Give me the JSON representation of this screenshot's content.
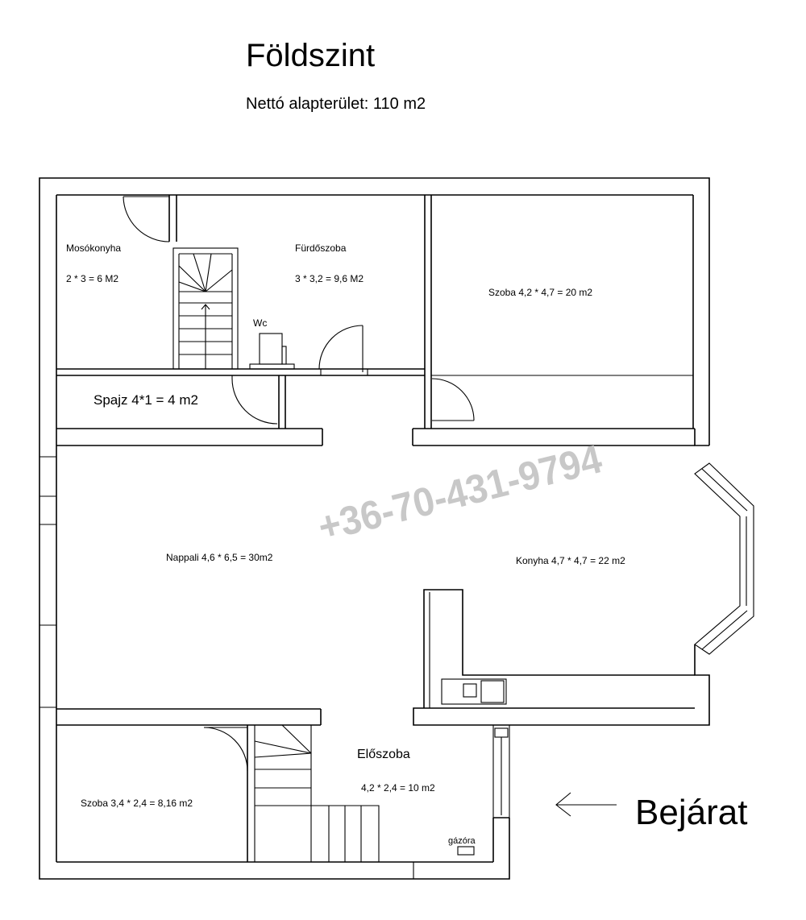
{
  "header": {
    "title": "Földszint",
    "subtitle": "Nettó alapterület: 110 m2"
  },
  "watermark": "+36-70-431-9794",
  "rooms": {
    "mosokonyha": {
      "name": "Mosókonyha",
      "dims": "2 * 3 = 6 M2"
    },
    "furdoszoba": {
      "name": "Fürdőszoba",
      "dims": "3 * 3,2 = 9,6 M2"
    },
    "wc": "Wc",
    "szoba_top": "Szoba 4,2 * 4,7 = 20 m2",
    "spajz": "Spajz 4*1 = 4 m2",
    "nappali": "Nappali 4,6 * 6,5 = 30m2",
    "konyha": "Konyha 4,7 * 4,7 = 22 m2",
    "eloszoba": {
      "name": "Előszoba",
      "dims": "4,2 * 2,4 = 10 m2"
    },
    "szoba_bottom": "Szoba 3,4 * 2,4 = 8,16 m2",
    "gazora": "gázóra"
  },
  "entrance": {
    "label": "Bejárat",
    "arrow_icon": "left-arrow-icon"
  },
  "colors": {
    "line": "#000000",
    "watermark": "#c8c8c8",
    "background": "#ffffff"
  }
}
